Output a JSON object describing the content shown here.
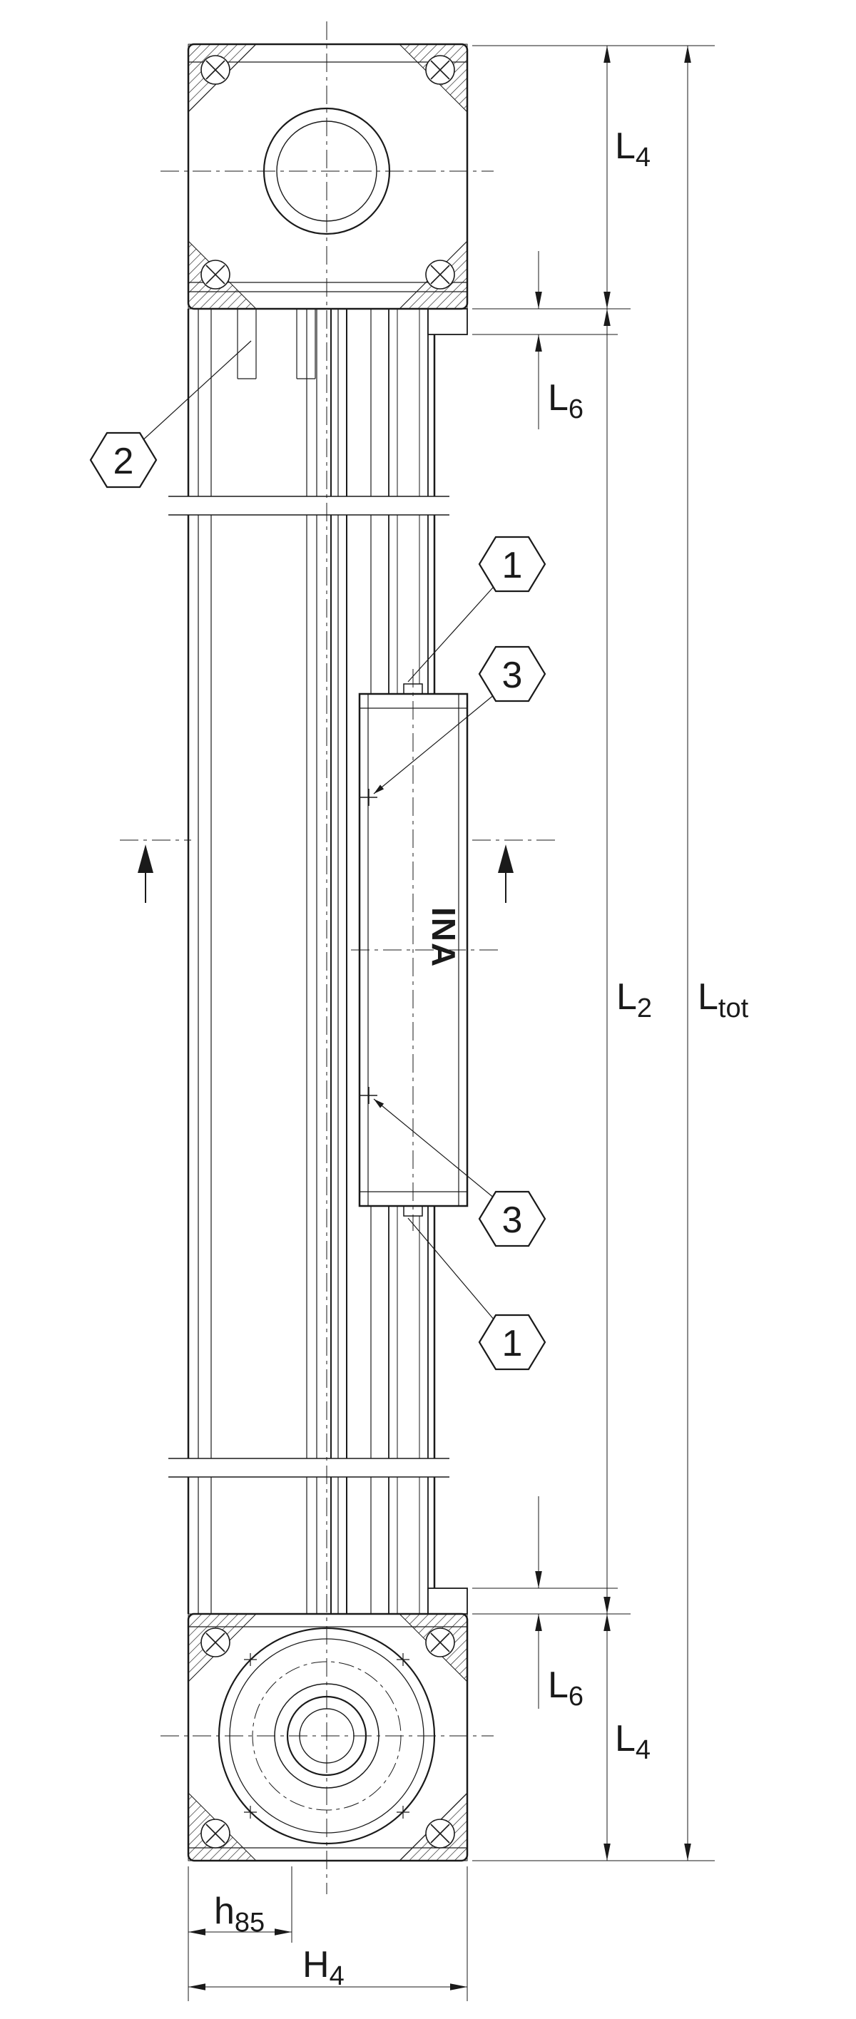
{
  "drawing": {
    "logo_text": "INA",
    "labels": {
      "l4_top": {
        "base": "L",
        "sub": "4"
      },
      "l6_top": {
        "base": "L",
        "sub": "6"
      },
      "l2": {
        "base": "L",
        "sub": "2"
      },
      "ltot": {
        "base": "L",
        "sub": "tot"
      },
      "l6_bottom": {
        "base": "L",
        "sub": "6"
      },
      "l4_bottom": {
        "base": "L",
        "sub": "4"
      },
      "h85": {
        "base": "h",
        "sub": "85"
      },
      "h4": {
        "base": "H",
        "sub": "4"
      }
    },
    "callouts": {
      "pos2": "2",
      "pos1_upper": "1",
      "pos3_upper": "3",
      "pos3_lower": "3",
      "pos1_lower": "1"
    },
    "colors": {
      "line": "#1a1a1a",
      "background": "#ffffff"
    }
  }
}
